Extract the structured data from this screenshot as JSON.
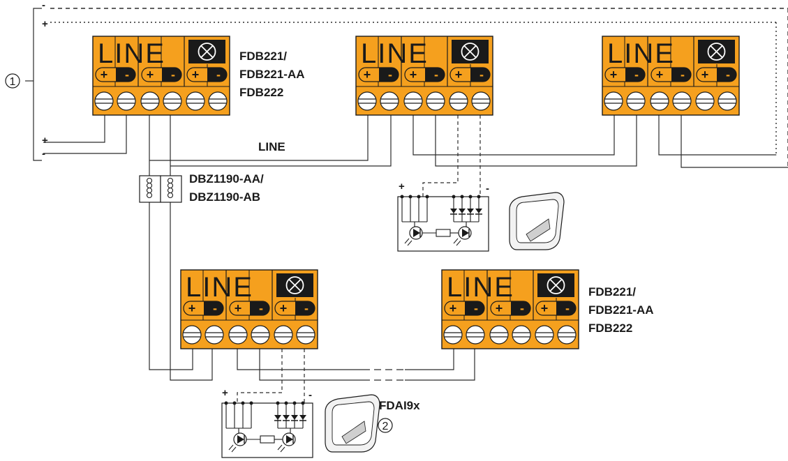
{
  "colors": {
    "accent": "#F5A01E",
    "ink": "#1a1a1a",
    "wire": "#2b2b2b"
  },
  "bus": {
    "minus": "-",
    "plus": "+",
    "callout": "1"
  },
  "module": {
    "line_text": "LINE",
    "plus": "+",
    "minus": "-",
    "lamp_icon": "x-circle-icon"
  },
  "labels": {
    "top_left_model": [
      "FDB221/",
      "FDB221-AA",
      "FDB222"
    ],
    "bottom_right_model": [
      "FDB221/",
      "FDB221-AA",
      "FDB222"
    ],
    "line_wire": "LINE",
    "isolator": [
      "DBZ1190-AA/",
      "DBZ1190-AB"
    ],
    "indicator": "FDAI9x",
    "indicator_callout": "2"
  },
  "indicator_circuit": {
    "plus": "+",
    "minus": "-"
  }
}
